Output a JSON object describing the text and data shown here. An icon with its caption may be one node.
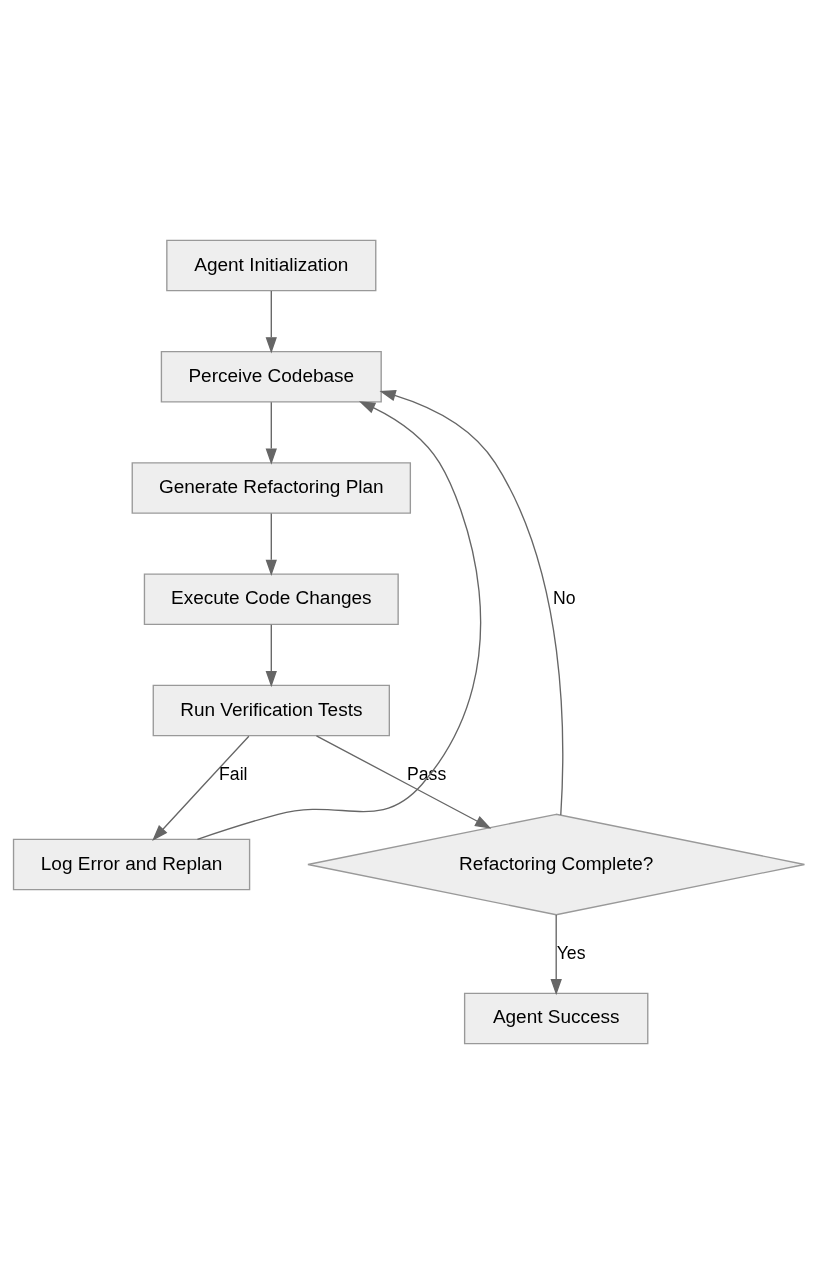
{
  "diagram": {
    "nodes": [
      {
        "text": [
          "Agent Initialization"
        ]
      },
      {
        "text": [
          "Perceive Codebase"
        ]
      },
      {
        "text": [
          "Generate Refactoring Plan"
        ]
      },
      {
        "text": [
          "Execute Code Changes"
        ]
      },
      {
        "text": [
          "Run Verification Tests"
        ]
      },
      {
        "text": [
          "Log Error and Replan"
        ]
      },
      {
        "text": [
          "Refactoring Complete?"
        ]
      },
      {
        "text": [
          "Agent Success"
        ]
      }
    ],
    "edges": [
      {
        "from": 0,
        "to": 1,
        "arrow": "to"
      },
      {
        "from": 1,
        "to": 2,
        "arrow": "to"
      },
      {
        "from": 2,
        "to": 3,
        "arrow": "to"
      },
      {
        "from": 3,
        "to": 4,
        "arrow": "to"
      },
      {
        "from": 4,
        "to": 5,
        "arrow": "to",
        "label": "Fail"
      },
      {
        "from": 4,
        "to": 6,
        "arrow": "to",
        "label": "Pass"
      },
      {
        "from": 5,
        "to": 1,
        "arrow": "to"
      },
      {
        "from": 6,
        "to": 1,
        "arrow": "to",
        "label": "No"
      },
      {
        "from": 6,
        "to": 7,
        "arrow": "to",
        "label": "Yes"
      }
    ]
  }
}
